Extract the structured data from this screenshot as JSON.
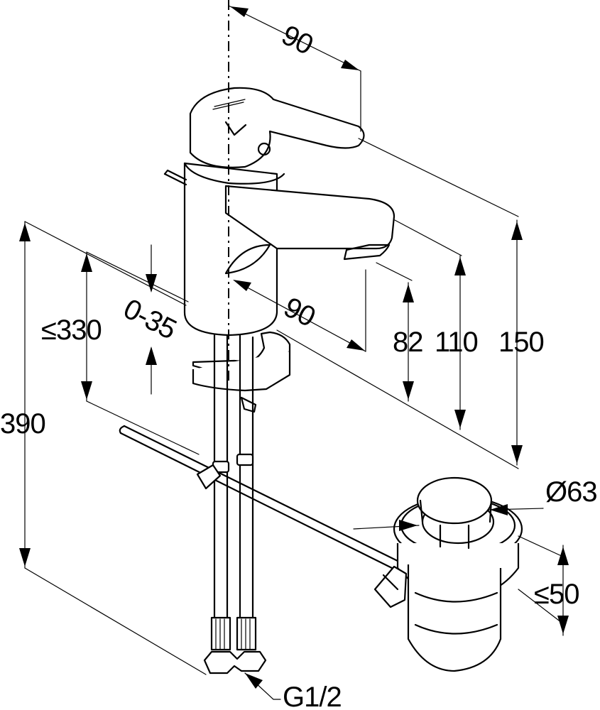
{
  "dimensions": {
    "spout_reach": "90",
    "lever_swivel": "90",
    "deck_thickness": "0-35",
    "max_hose_length": "≤330",
    "total_length": "390",
    "outlet_height": "82",
    "spout_height": "110",
    "total_height": "150",
    "waste_diameter": "Ø63",
    "waste_depth": "≤50",
    "connection_thread": "G1/2"
  },
  "colors": {
    "line": "#000000",
    "background": "#ffffff"
  }
}
